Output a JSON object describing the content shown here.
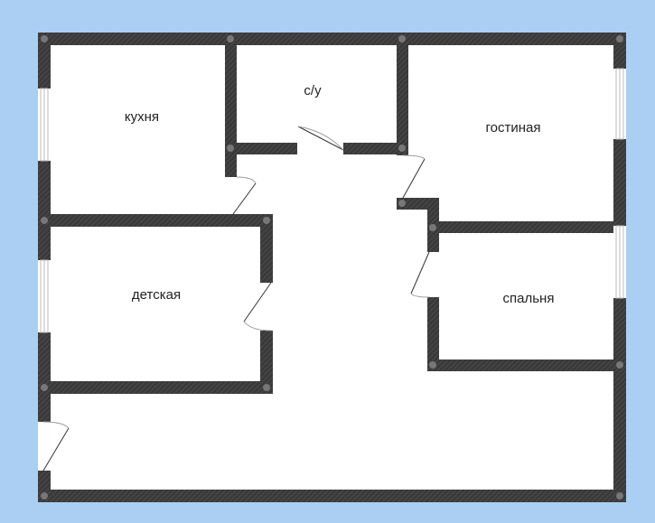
{
  "floor_plan": {
    "rooms": {
      "kitchen": "кухня",
      "bathroom": "с/у",
      "living_room": "гостиная",
      "kids_room": "детская",
      "bedroom": "спальня"
    }
  },
  "colors": {
    "background": "#aacff2",
    "floor": "#ffffff",
    "wall": "#3a3a3a",
    "window_frame": "#bbbbbb"
  }
}
